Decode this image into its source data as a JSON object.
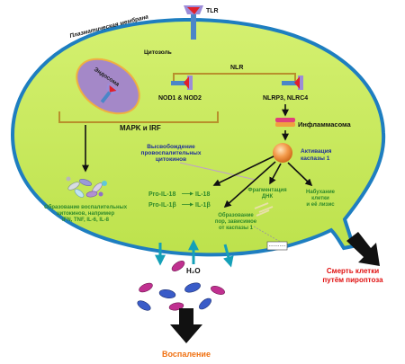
{
  "colors": {
    "cell_fill": "#c8ec5c",
    "cell_stroke": "#1e7ec0",
    "endosome_fill": "#a488c8",
    "endosome_stroke": "#f0b040",
    "receptor_stem": "#4a86c8",
    "receptor_cup": "#9c8cd8",
    "ligand_red": "#e0202a",
    "bracket": "#b8902c",
    "green_text": "#2e8a2a",
    "blue_text": "#1f2f9a",
    "red_text": "#e01010",
    "orange_text": "#f07010",
    "arrow_dark": "#111111",
    "cyan_arrow": "#14a0b8",
    "caspase_ball": "#f39a4a"
  },
  "labels": {
    "tlr": "TLR",
    "membrane": "Плазматическая мембрана",
    "cytosol": "Цитозоль",
    "endosome": "Эндосома",
    "nlr": "NLR",
    "nod": "NOD1 & NOD2",
    "nlrp": "NLRP3, NLRC4",
    "inflammasome": "Инфламмасома",
    "mapk": "MAPK и IRF",
    "release": [
      "Высвобождение",
      "провоспалительных",
      "цитокинов"
    ],
    "activation": [
      "Активация",
      "каспазы 1"
    ],
    "pro_il18": "Pro-IL-18",
    "il18": "IL-18",
    "pro_il1b": "Pro-IL-1β",
    "il1b": "IL-1β",
    "cytokines": [
      "Образование воспалительных",
      "цитокинов, например",
      "IFN, TNF, IL-6, IL-8"
    ],
    "pores": [
      "Образование",
      "пор, зависимое",
      "от каспазы 1"
    ],
    "dna": [
      "Фрагментация",
      "ДНК"
    ],
    "swelling": [
      "Набухание",
      "клетки",
      "и её лизис"
    ],
    "h2o": "H₂O",
    "death": [
      "Смерть клетки",
      "путём пироптоза"
    ],
    "inflammation": "Воспаление"
  }
}
